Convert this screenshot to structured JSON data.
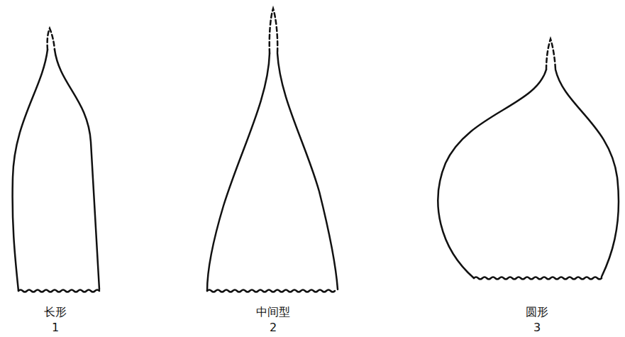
{
  "diagram": {
    "labels": [
      "长形",
      "1",
      "中间型",
      "2",
      "圆形",
      "3"
    ]
  }
}
